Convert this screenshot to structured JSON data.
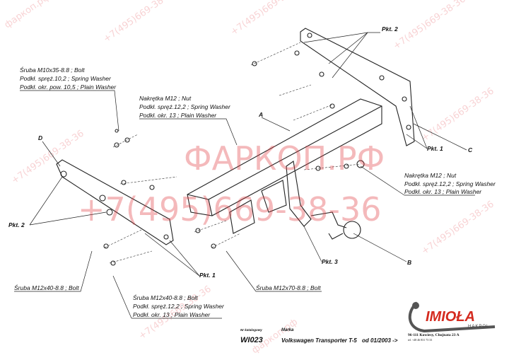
{
  "watermark": {
    "main": "ФАРКОП.РФ",
    "phone": "+7(495)669-38-36",
    "small_site": "фаркоп.рф",
    "small_phone": "+7(495)669-38-36",
    "color": "#e0393e"
  },
  "labels": {
    "pkt2_top": "Pkt. 2",
    "pkt2_left": "Pkt. 2",
    "pkt1_right": "Pkt. 1",
    "pkt1_bottom": "Pkt. 1",
    "pkt3": "Pkt. 3",
    "A": "A",
    "B": "B",
    "C": "C",
    "D": "D"
  },
  "callouts": {
    "top_left": [
      "Śruba M10x35-8.8 ;  Bolt",
      "Podkł. spręż.10,2 ; Spring Washer",
      "Podkł. okr. pow. 10,5 ; Plain Washer"
    ],
    "top_mid": [
      "Nakrętka  M12 ; Nut",
      "Podkł. spręż.12,2 ; Spring Washer",
      "Podkł. okr. 13 ; Plain Washer"
    ],
    "right": [
      "Nakrętka  M12 ; Nut",
      "Podkł. spręż.12,2 ; Spring Washer",
      "Podkł. okr. 13 ; Plain Washer"
    ],
    "bottom_left": [
      "Śruba M12x40-8.8 ;  Bolt"
    ],
    "bottom_mid": [
      "Śruba M12x40-8.8 ;  Bolt",
      "Podkł. spręż.12,2 ; Spring Washer",
      "Podkł. okr. 13 ; Plain Washer"
    ],
    "bottom_right": [
      "Śruba M12x70-8.8 ;  Bolt"
    ]
  },
  "title_block": {
    "catalog_label": "Nr katalogowy",
    "catalog_no": "WI023",
    "make_label": "Marka",
    "vehicle": "Volkswagen Transporter T-5",
    "date": "od 01/2003 ->",
    "brand": "IMIOŁA",
    "brand_sub": "HAKPOL",
    "brand_color": "#d42a1e",
    "address": "96-111 Kowiesy, Chojnata 23 A",
    "tel": "tel. +48 46 831 73 33"
  }
}
